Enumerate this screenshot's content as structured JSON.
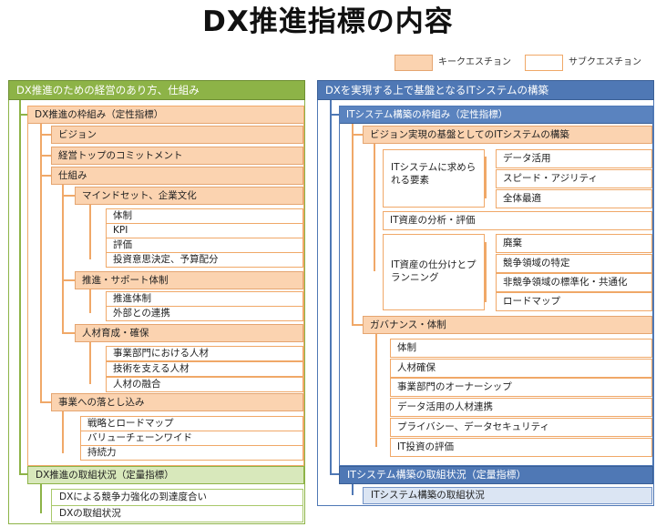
{
  "title": "DX推進指標の内容",
  "legend": {
    "key": "キークエスチョン",
    "sub": "サブクエスチョン"
  },
  "left": {
    "header": "DX推進のための経営のあり方、仕組み",
    "framework": "DX推進の枠組み（定性指標）",
    "vision": "ビジョン",
    "commitment": "経営トップのコミットメント",
    "mechanism": "仕組み",
    "mindset": "マインドセット、企業文化",
    "mindset_items": [
      "体制",
      "KPI",
      "評価",
      "投資意思決定、予算配分"
    ],
    "support": "推進・サポート体制",
    "support_items": [
      "推進体制",
      "外部との連携"
    ],
    "talent": "人材育成・確保",
    "talent_items": [
      "事業部門における人材",
      "技術を支える人材",
      "人材の融合"
    ],
    "execution": "事業への落とし込み",
    "execution_items": [
      "戦略とロードマップ",
      "バリューチェーンワイド",
      "持続力"
    ],
    "quant": "DX推進の取組状況（定量指標）",
    "quant_items": [
      "DXによる競争力強化の到達度合い",
      "DXの取組状況"
    ]
  },
  "right": {
    "header": "DXを実現する上で基盤となるITシステムの構築",
    "framework": "ITシステム構築の枠組み（定性指標）",
    "base": "ビジョン実現の基盤としてのITシステムの構築",
    "req": "ITシステムに求められる要素",
    "req_items": [
      "データ活用",
      "スピード・アジリティ",
      "全体最適"
    ],
    "analysis": "IT資産の分析・評価",
    "plan": "IT資産の仕分けとプランニング",
    "plan_items": [
      "廃棄",
      "競争領域の特定",
      "非競争領域の標準化・共通化",
      "ロードマップ"
    ],
    "gov": "ガバナンス・体制",
    "gov_items": [
      "体制",
      "人材確保",
      "事業部門のオーナーシップ",
      "データ活用の人材連携",
      "プライバシー、データセキュリティ",
      "IT投資の評価"
    ],
    "quant": "ITシステム構築の取組状況（定量指標）",
    "quant_items": [
      "ITシステム構築の取組状況"
    ]
  }
}
